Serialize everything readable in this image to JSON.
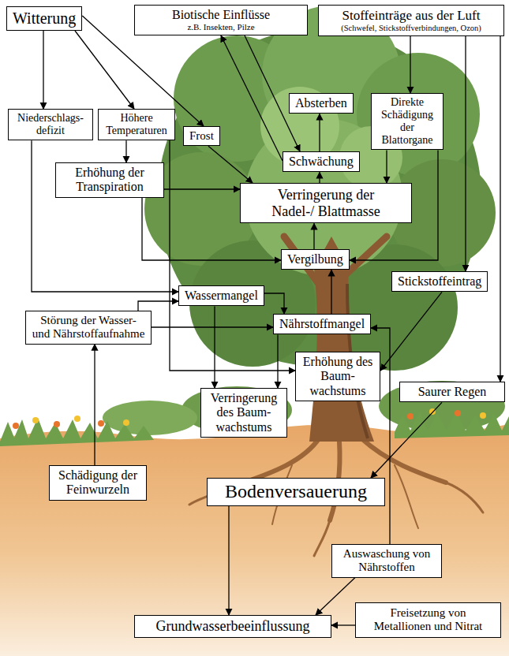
{
  "diagram": {
    "nodes": [
      {
        "text": [
          "Witterung"
        ]
      },
      {
        "text": [
          "Biotische Einflüsse",
          "z.B. Insekten, Pilze"
        ]
      },
      {
        "text": [
          "Stoffeinträge aus der Luft",
          "(Schwefel, Stickstoffverbindungen, Ozon)"
        ]
      },
      {
        "text": [
          "Niederschlags- defizit"
        ]
      },
      {
        "text": [
          "Höhere Temperaturen"
        ]
      },
      {
        "text": [
          "Frost"
        ]
      },
      {
        "text": [
          "Absterben"
        ]
      },
      {
        "text": [
          "Direkte Schädigung der Blattorgane"
        ]
      },
      {
        "text": [
          "Schwächung"
        ]
      },
      {
        "text": [
          "Erhöhung der Transpiration"
        ]
      },
      {
        "text": [
          "Verringerung der Nadel-/ Blattmasse"
        ]
      },
      {
        "text": [
          "Vergilbung"
        ]
      },
      {
        "text": [
          "Stickstoffeintrag"
        ]
      },
      {
        "text": [
          "Wassermangel"
        ]
      },
      {
        "text": [
          "Störung der Wasser- und Nährstoffaufnahme"
        ]
      },
      {
        "text": [
          "Nährstoffmangel"
        ]
      },
      {
        "text": [
          "Erhöhung des Baum- wachstums"
        ]
      },
      {
        "text": [
          "Saurer Regen"
        ]
      },
      {
        "text": [
          "Verringerung des Baum- wachstums"
        ]
      },
      {
        "text": [
          "Schädigung der Feinwurzeln"
        ]
      },
      {
        "text": [
          "Bodenversauerung"
        ]
      },
      {
        "text": [
          "Auswaschung von Nährstoffen"
        ]
      },
      {
        "text": [
          "Grundwasserbeeinflussung"
        ]
      },
      {
        "text": [
          "Freisetzung von Metallionen und Nitrat"
        ]
      }
    ],
    "edges": [
      {
        "from": 0,
        "to": 3,
        "arrow": "to"
      },
      {
        "from": 0,
        "to": 4,
        "arrow": "to"
      },
      {
        "from": 0,
        "to": 5,
        "arrow": "to"
      },
      {
        "from": 1,
        "to": 8,
        "arrow": "to"
      },
      {
        "from": 8,
        "to": 1,
        "arrow": "to"
      },
      {
        "from": 2,
        "to": 7,
        "arrow": "to"
      },
      {
        "from": 2,
        "to": 12,
        "arrow": "to"
      },
      {
        "from": 2,
        "to": 17,
        "arrow": "to"
      },
      {
        "from": 3,
        "to": 13,
        "arrow": "to"
      },
      {
        "from": 4,
        "to": 9,
        "arrow": "to"
      },
      {
        "from": 4,
        "to": 16,
        "arrow": "to"
      },
      {
        "from": 9,
        "to": 10,
        "arrow": "to"
      },
      {
        "from": 9,
        "to": 11,
        "arrow": "to"
      },
      {
        "from": 5,
        "to": 10,
        "arrow": "to"
      },
      {
        "from": 8,
        "to": 6,
        "arrow": "to"
      },
      {
        "from": 10,
        "to": 8,
        "arrow": "to"
      },
      {
        "from": 7,
        "to": 10,
        "arrow": "to"
      },
      {
        "from": 7,
        "to": 11,
        "arrow": "to"
      },
      {
        "from": 11,
        "to": 10,
        "arrow": "to"
      },
      {
        "from": 13,
        "to": 15,
        "arrow": "to"
      },
      {
        "from": 13,
        "to": 18,
        "arrow": "to"
      },
      {
        "from": 15,
        "to": 11,
        "arrow": "to"
      },
      {
        "from": 15,
        "to": 18,
        "arrow": "to"
      },
      {
        "from": 12,
        "to": 16,
        "arrow": "to"
      },
      {
        "from": 14,
        "to": 13,
        "arrow": "to"
      },
      {
        "from": 14,
        "to": 15,
        "arrow": "to"
      },
      {
        "from": 19,
        "to": 14,
        "arrow": "to"
      },
      {
        "from": 17,
        "to": 20,
        "arrow": "to"
      },
      {
        "from": 20,
        "to": 22,
        "arrow": "to"
      },
      {
        "from": 21,
        "to": 15,
        "arrow": "to"
      },
      {
        "from": 21,
        "to": 22,
        "arrow": "to"
      },
      {
        "from": 23,
        "to": 22,
        "arrow": "to"
      }
    ]
  }
}
